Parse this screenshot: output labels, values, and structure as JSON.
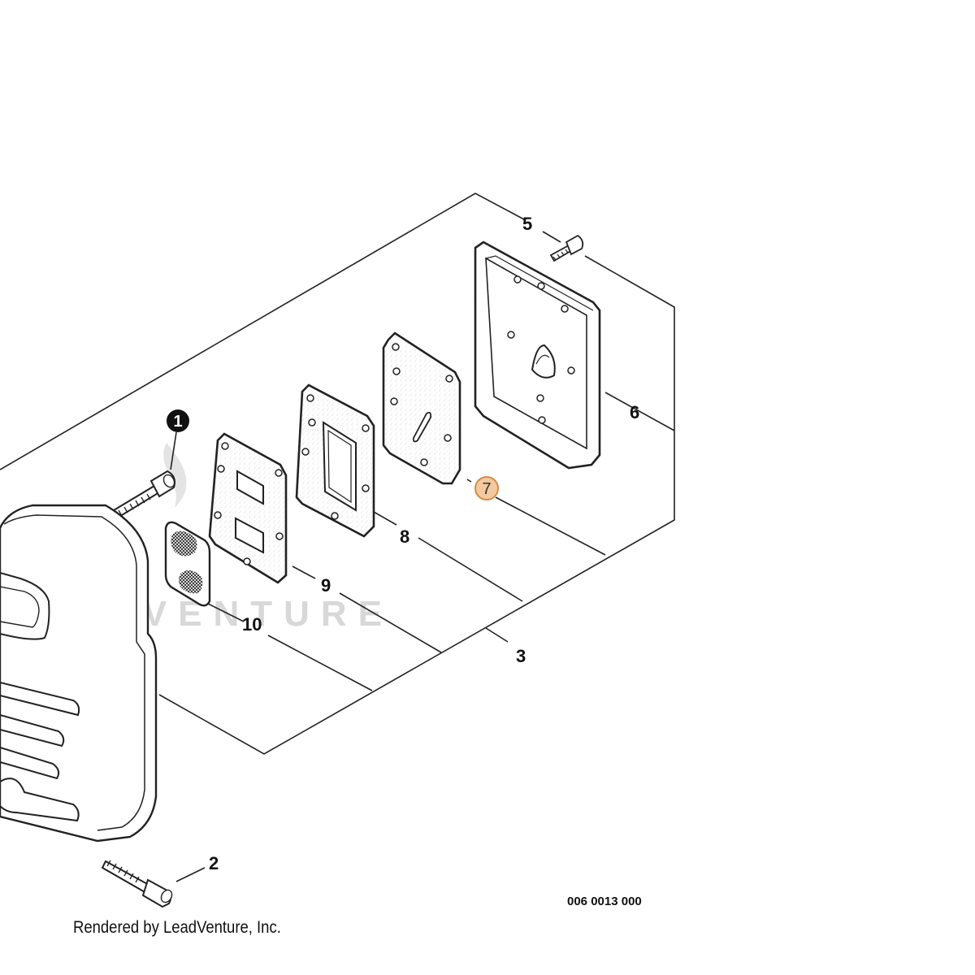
{
  "watermark": "LEADVENTURE",
  "labels": {
    "p1": "1",
    "p2": "2",
    "p3": "3",
    "p5": "5",
    "p6": "6",
    "p7": "7",
    "p8": "8",
    "p9": "9",
    "p10": "10"
  },
  "highlight_color": "#f3c9a1",
  "highlight_stroke": "#d48b45",
  "diagram_code": "006 0013 000",
  "footer": "Rendered by LeadVenture, Inc."
}
